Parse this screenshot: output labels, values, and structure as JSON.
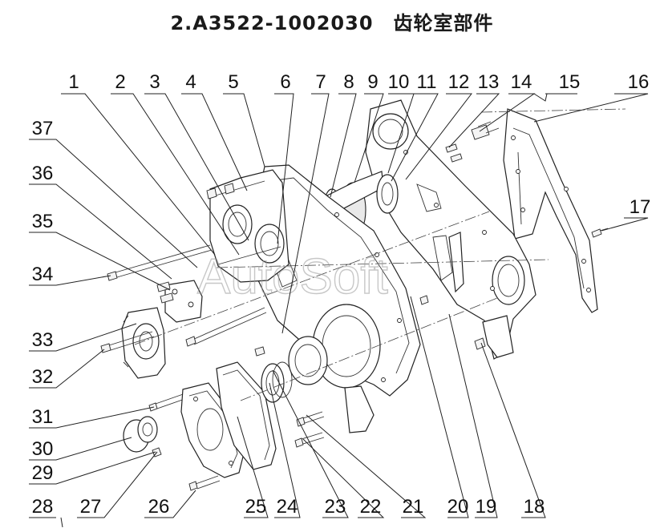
{
  "title": "2.A3522-1002030　齿轮室部件",
  "watermark": "AutoSoft",
  "callouts": [
    {
      "label": "1"
    },
    {
      "label": "2"
    },
    {
      "label": "3"
    },
    {
      "label": "4"
    },
    {
      "label": "5"
    },
    {
      "label": "6"
    },
    {
      "label": "7"
    },
    {
      "label": "8"
    },
    {
      "label": "9"
    },
    {
      "label": "10"
    },
    {
      "label": "11"
    },
    {
      "label": "12"
    },
    {
      "label": "13"
    },
    {
      "label": "14"
    },
    {
      "label": "15"
    },
    {
      "label": "16"
    },
    {
      "label": "17"
    },
    {
      "label": "18"
    },
    {
      "label": "19"
    },
    {
      "label": "20"
    },
    {
      "label": "21"
    },
    {
      "label": "22"
    },
    {
      "label": "23"
    },
    {
      "label": "24"
    },
    {
      "label": "25"
    },
    {
      "label": "26"
    },
    {
      "label": "27"
    },
    {
      "label": "28"
    },
    {
      "label": "29"
    },
    {
      "label": "30"
    },
    {
      "label": "31"
    },
    {
      "label": "32"
    },
    {
      "label": "33"
    },
    {
      "label": "34"
    },
    {
      "label": "35"
    },
    {
      "label": "36"
    },
    {
      "label": "37"
    }
  ]
}
